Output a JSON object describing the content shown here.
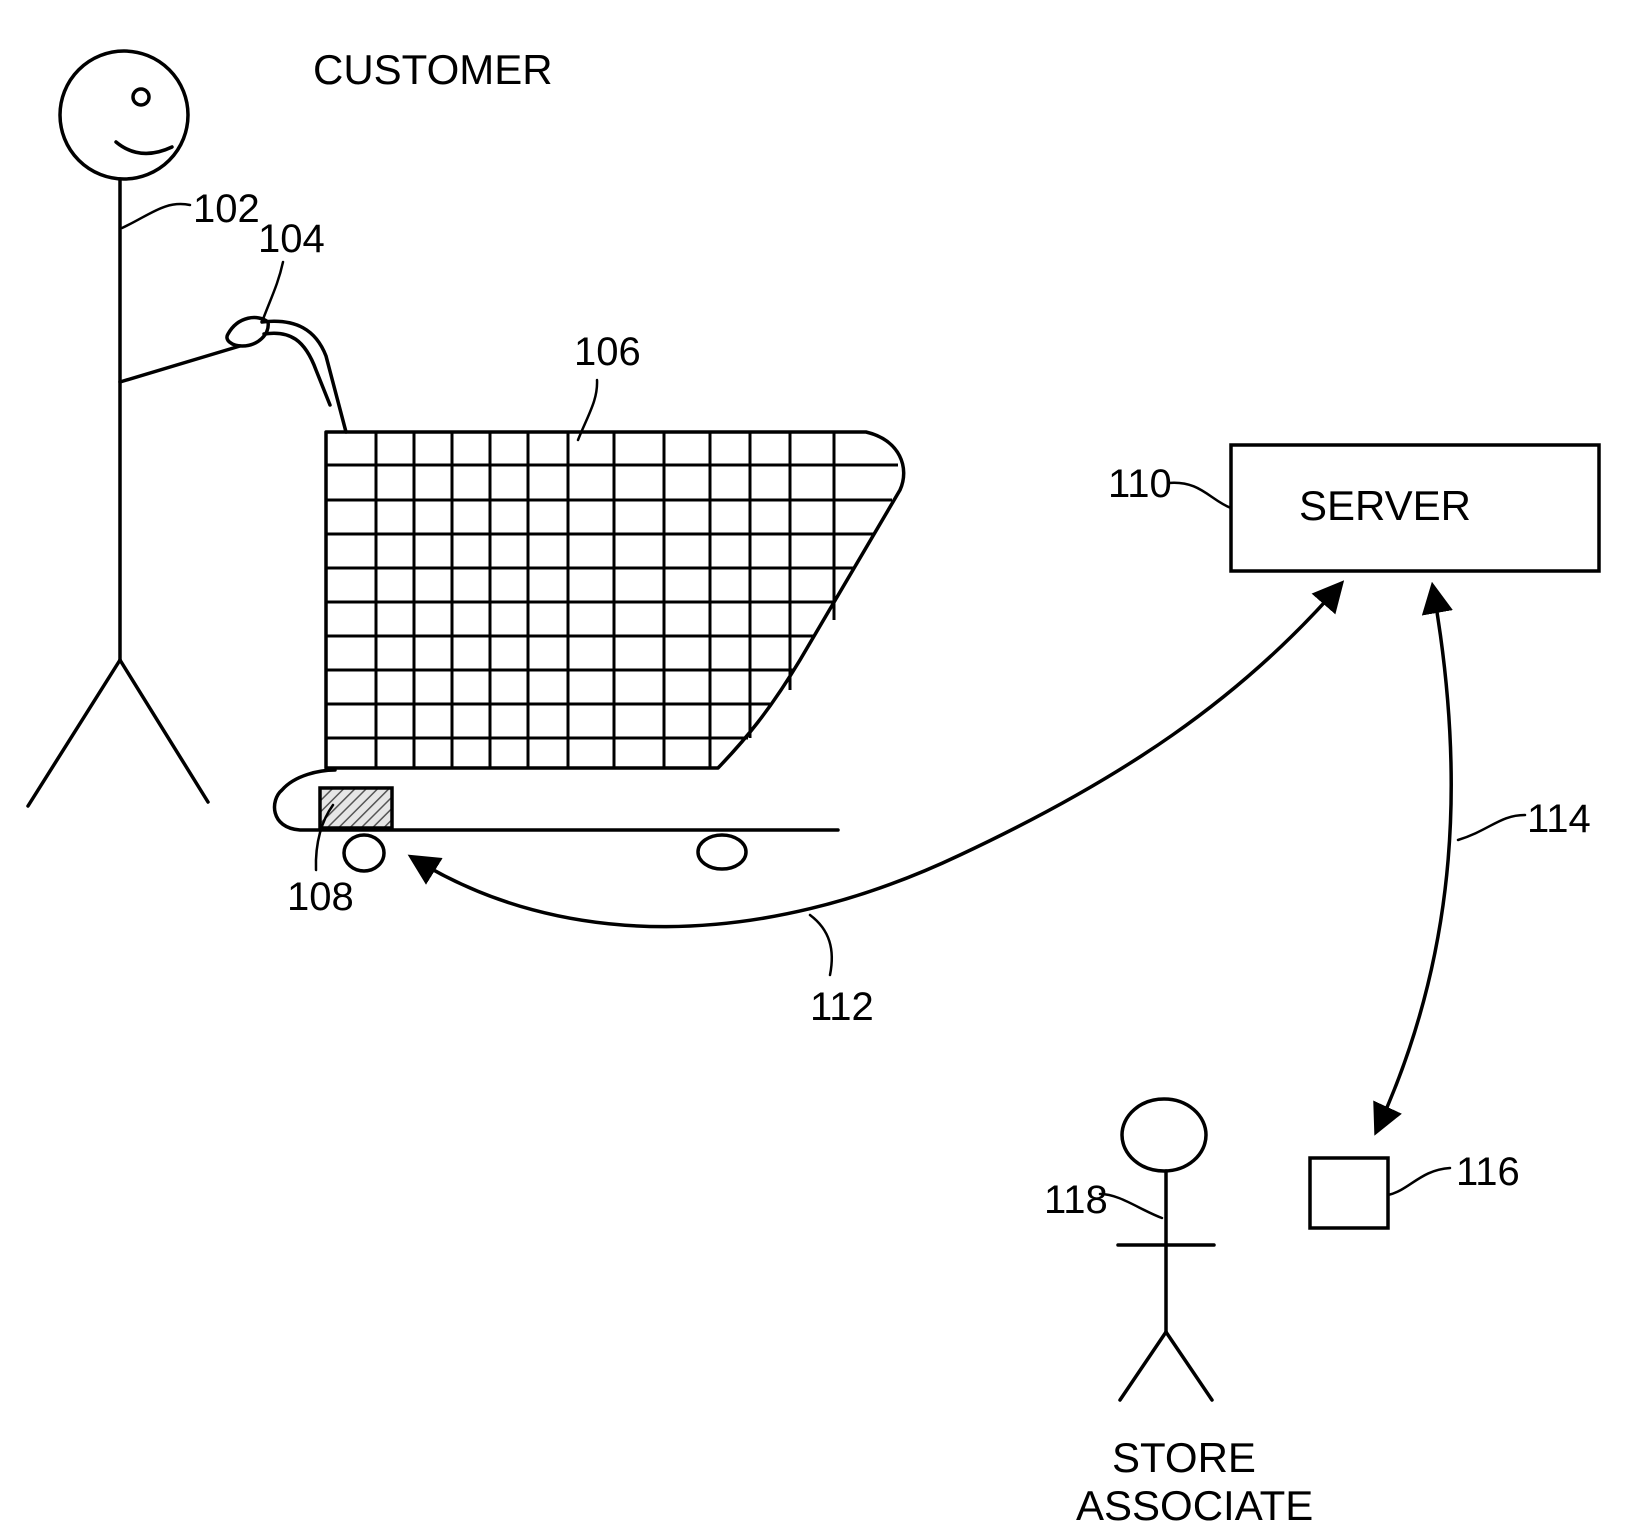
{
  "labels": {
    "customer": "CUSTOMER",
    "server": "SERVER",
    "store": "STORE",
    "associate": "ASSOCIATE"
  },
  "refs": {
    "customer_body": "102",
    "hand": "104",
    "cart": "106",
    "tag": "108",
    "server": "110",
    "link_cart_server": "112",
    "link_server_device": "114",
    "device": "116",
    "associate": "118"
  },
  "colors": {
    "ink": "#000000",
    "background": "#ffffff",
    "tag_fill": "#bdbdbd"
  }
}
